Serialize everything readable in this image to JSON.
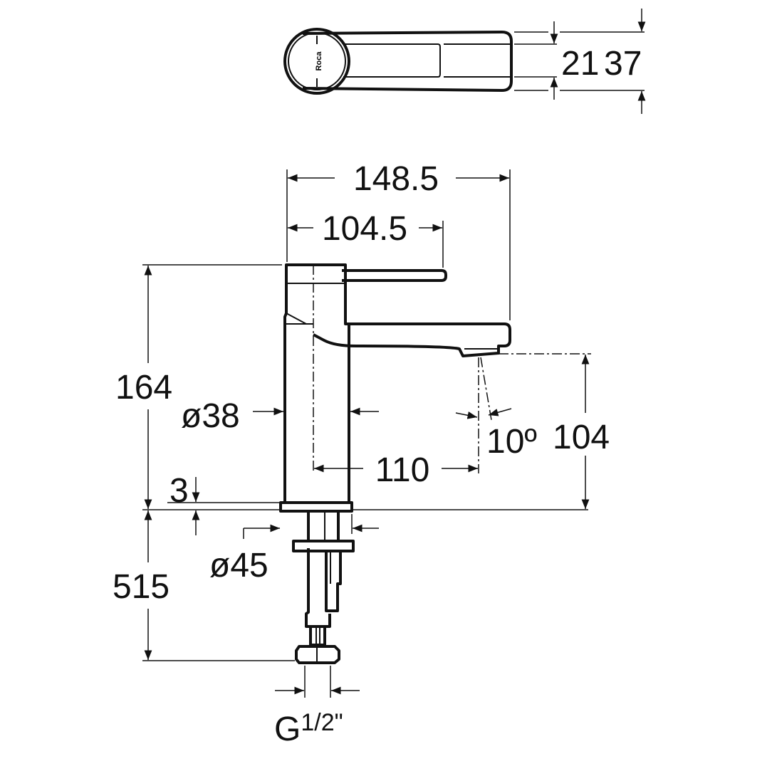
{
  "brand_logo": "Roca",
  "dimensions": {
    "top_inner_width": "21",
    "top_outer_width": "37",
    "overall_length": "148.5",
    "lever_length": "104.5",
    "body_height": "164",
    "body_diameter": "ø38",
    "spout_reach": "110",
    "spout_angle": "10º",
    "spout_height": "104",
    "base_thickness": "3",
    "base_diameter": "ø45",
    "below_deck_length": "515",
    "connection_thread_g": "G",
    "connection_thread_size": "1/2\""
  }
}
